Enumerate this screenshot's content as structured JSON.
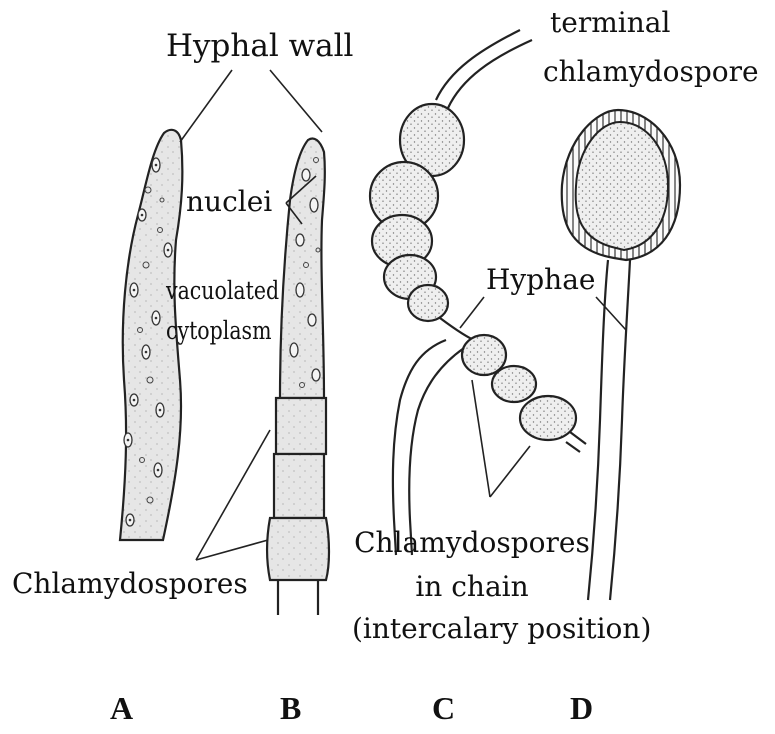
{
  "labels": {
    "hyphal_wall": "Hyphal wall",
    "nuclei": "nuclei",
    "vacuolated_cytoplasm_1": "vacuolated",
    "vacuolated_cytoplasm_2": "cytoplasm",
    "chlamydospores": "Chlamydospores",
    "terminal_1": "terminal",
    "terminal_2": "chlamydospore",
    "hyphae": "Hyphae",
    "chain_1": "Chlamydospores",
    "chain_2": "in  chain",
    "chain_3": "(intercalary position)"
  },
  "panels": [
    "A",
    "B",
    "C",
    "D"
  ],
  "colors": {
    "ink": "#222222",
    "fill": "#e8e8e8",
    "spore_fill": "#ececec"
  }
}
